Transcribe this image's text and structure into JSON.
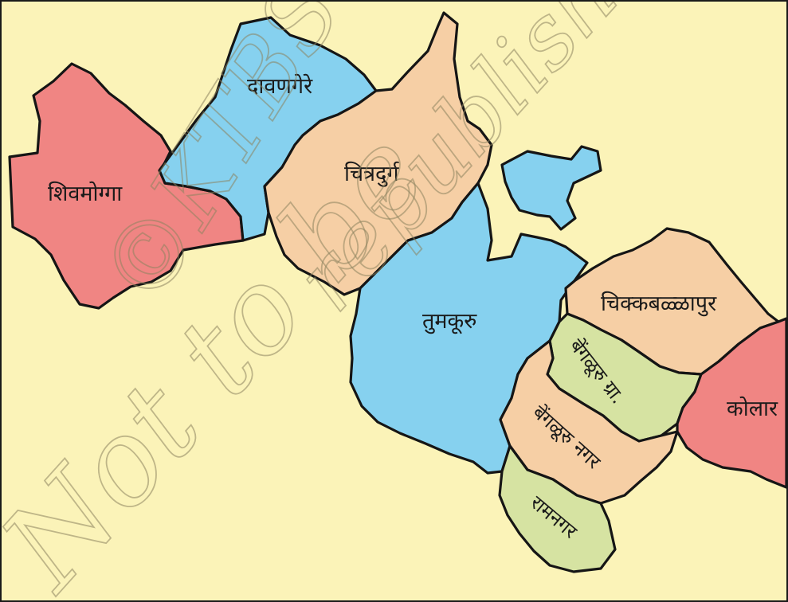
{
  "colors": {
    "background": "#fbf3b8",
    "red": "#f08583",
    "blue": "#86d1ef",
    "peach": "#f6cfa5",
    "green": "#d6e3a2",
    "border": "#151515",
    "watermark": "#8d8460"
  },
  "districts": [
    {
      "id": "shivamogga",
      "label": "शिवमोग्गा",
      "fill": "red"
    },
    {
      "id": "davanagere",
      "label": "दावणगेरे",
      "fill": "blue"
    },
    {
      "id": "chitradurga",
      "label": "चित्रदुर्ग",
      "fill": "peach"
    },
    {
      "id": "tumakuru",
      "label": "तुमकूरु",
      "fill": "blue"
    },
    {
      "id": "tumakuru-exclave",
      "label": "",
      "fill": "blue"
    },
    {
      "id": "chikkaballapur",
      "label": "चिक्कबळ्ळापुर",
      "fill": "peach"
    },
    {
      "id": "bengaluru-rural",
      "label": "बेंगळूरु ग्रा.",
      "fill": "green"
    },
    {
      "id": "kolar",
      "label": "कोलार",
      "fill": "red"
    },
    {
      "id": "bengaluru-urban",
      "label": "बेंगळूरु नगर",
      "fill": "peach"
    },
    {
      "id": "ramanagara",
      "label": "रामनगर",
      "fill": "green"
    }
  ],
  "watermark": {
    "line1": "©KTBS",
    "line2": "republished",
    "line3": "Not to be"
  }
}
